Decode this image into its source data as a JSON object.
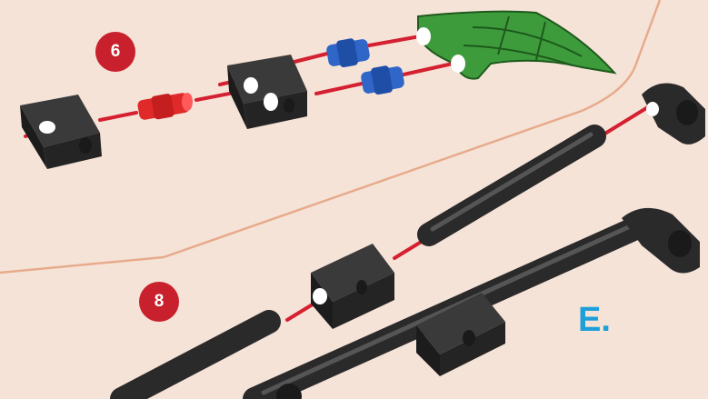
{
  "steps": [
    {
      "number": "6"
    },
    {
      "number": "8"
    }
  ],
  "section_label": "E.",
  "colors": {
    "background": "#f6e3d8",
    "divider": "#e6ab8c",
    "step_badge": "#c8202c",
    "section_label": "#1d9fd9",
    "guide_line": "#d42030",
    "part_black": "#2a2a2a",
    "part_red": "#e02a2a",
    "part_blue": "#2f66c8",
    "part_green": "#3e9b3c"
  },
  "parts": [
    "connector-block",
    "red-axle-peg",
    "double-connector-block",
    "blue-axle-peg",
    "green-leaf-piece",
    "long-rod",
    "short-rod",
    "elbow-connector"
  ]
}
